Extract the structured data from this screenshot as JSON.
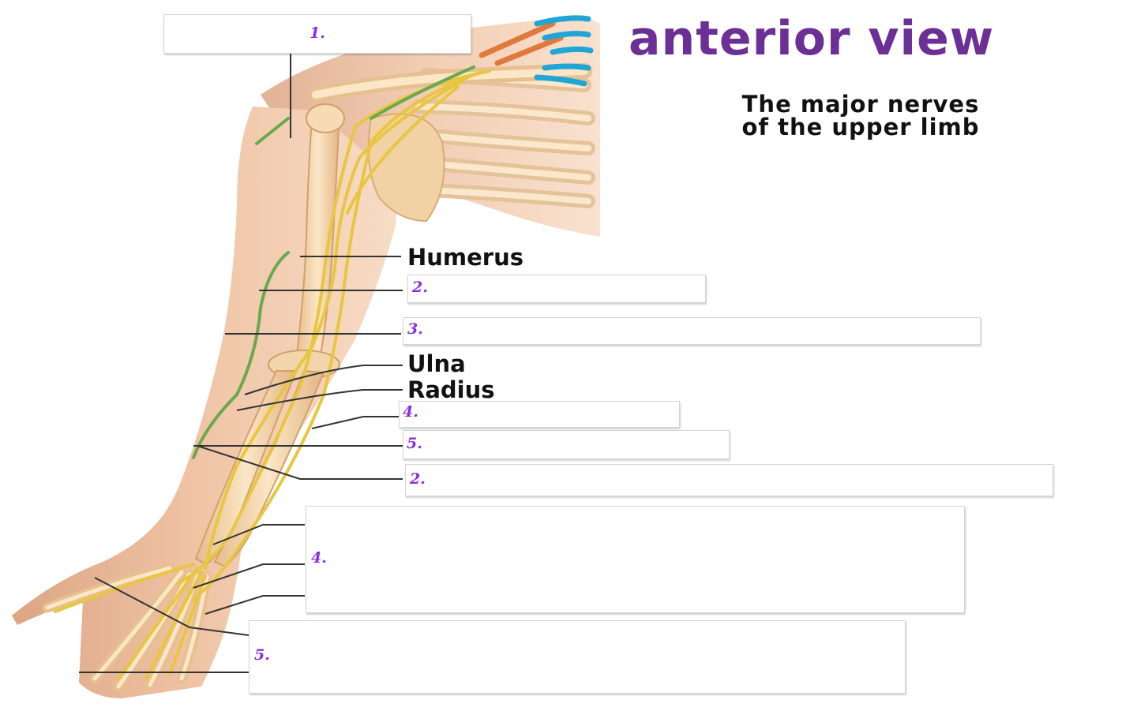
{
  "title": "anterior view",
  "subtitle_line1": "The major nerves",
  "subtitle_line2": "of the upper limb",
  "labels": {
    "humerus": "Humerus",
    "ulna": "Ulna",
    "radius": "Radius"
  },
  "answer_boxes": [
    {
      "number": "1.",
      "value": ""
    },
    {
      "number": "2.",
      "value": ""
    },
    {
      "number": "3.",
      "value": ""
    },
    {
      "number": "4.",
      "value": ""
    },
    {
      "number": "5.",
      "value": ""
    },
    {
      "number": "2.",
      "value": ""
    },
    {
      "number": "4.",
      "value": ""
    },
    {
      "number": "5.",
      "value": ""
    }
  ],
  "colors": {
    "title": "#6b2f95",
    "box_number": "#8b2be2",
    "nerve": "#e8c640",
    "bone": "#f2d2a4",
    "skin": "#e8b896",
    "musculocutaneous_nerve": "#6aa84f"
  }
}
